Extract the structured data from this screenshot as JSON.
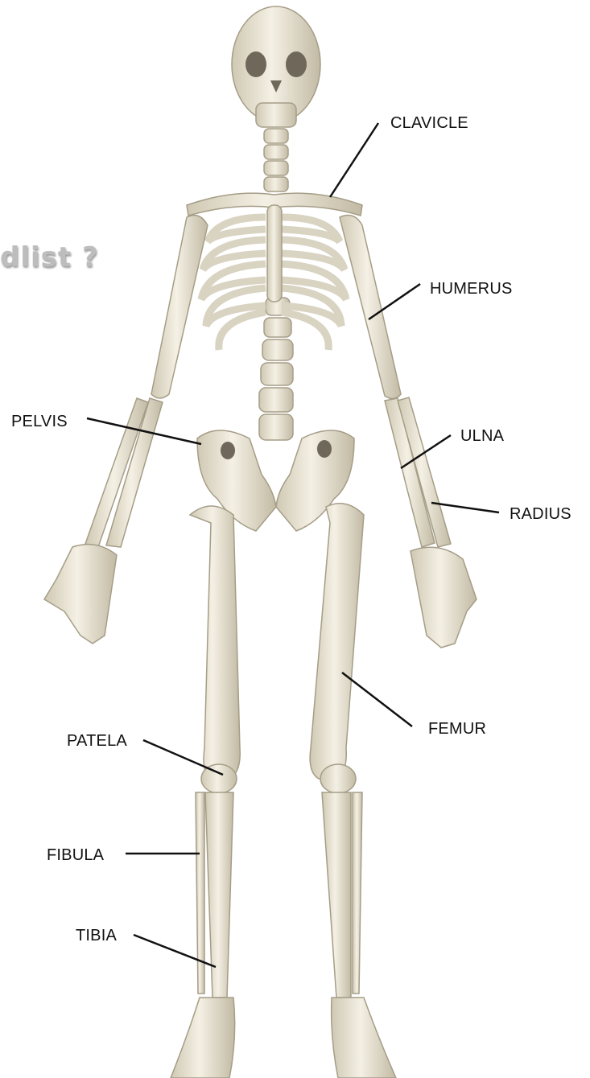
{
  "overlay_text": "dlist ?",
  "labels": {
    "clavicle": "CLAVICLE",
    "humerus": "HUMERUS",
    "pelvis": "PELVIS",
    "ulna": "ULNA",
    "radius": "RADIUS",
    "femur": "FEMUR",
    "patela": "PATELA",
    "fibula": "FIBULA",
    "tibia": "TIBIA"
  },
  "colors": {
    "bone": "#ebe6d8",
    "bone_shadow": "#b9b19c",
    "leader_line": "#111111",
    "background": "#ffffff"
  }
}
